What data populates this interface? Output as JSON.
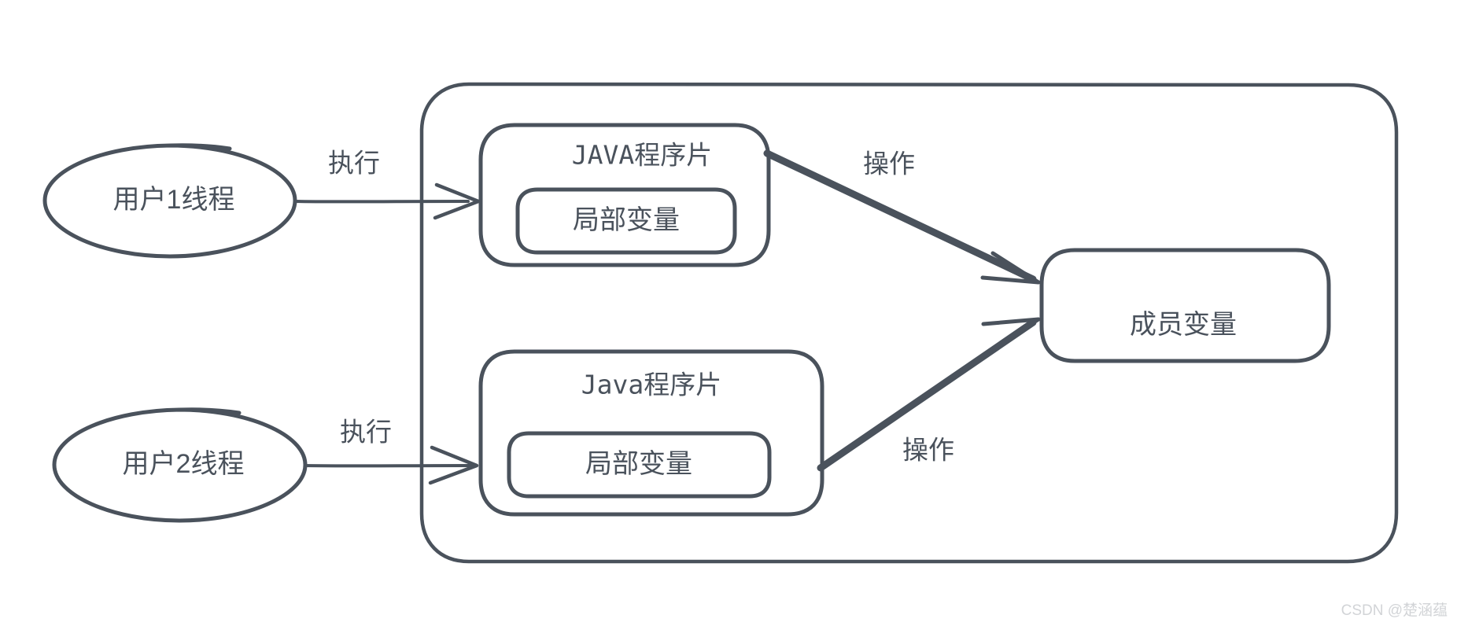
{
  "diagram": {
    "title": "Java thread memory model diagram",
    "style": "hand-drawn sketch",
    "stroke_color": "#4a525c",
    "background_color": "#ffffff"
  },
  "nodes": {
    "thread1": {
      "label": "用户1线程",
      "shape": "ellipse"
    },
    "thread2": {
      "label": "用户2线程",
      "shape": "ellipse"
    },
    "container": {
      "label": "",
      "shape": "rounded-rectangle"
    },
    "program1": {
      "label": "JAVA程序片",
      "shape": "rounded-rectangle"
    },
    "program2": {
      "label": "Java程序片",
      "shape": "rounded-rectangle"
    },
    "local_var1": {
      "label": "局部变量",
      "shape": "rounded-rectangle"
    },
    "local_var2": {
      "label": "局部变量",
      "shape": "rounded-rectangle"
    },
    "member_var": {
      "label": "成员变量",
      "shape": "rounded-rectangle"
    }
  },
  "edges": [
    {
      "id": "edge-thread1-program1",
      "label": "执行",
      "from": "thread1",
      "to": "program1",
      "weight": "thin"
    },
    {
      "id": "edge-thread2-program2",
      "label": "执行",
      "from": "thread2",
      "to": "program2",
      "weight": "thin"
    },
    {
      "id": "edge-program1-member",
      "label": "操作",
      "from": "program1",
      "to": "member_var",
      "weight": "thick"
    },
    {
      "id": "edge-program2-member",
      "label": "操作",
      "from": "program2",
      "to": "member_var",
      "weight": "thick"
    }
  ],
  "watermark": {
    "text": "CSDN @楚涵蕴"
  }
}
